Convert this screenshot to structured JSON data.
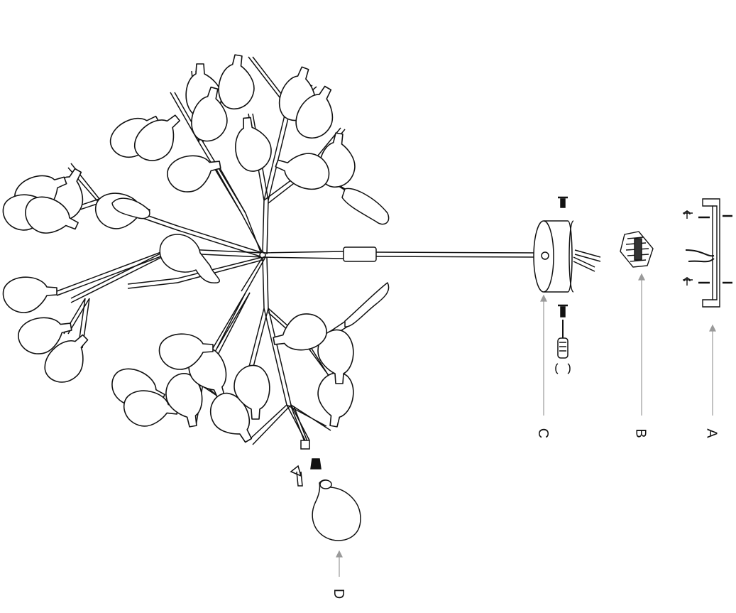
{
  "labels": {
    "a": "A",
    "b": "B",
    "c": "C",
    "d": "D"
  },
  "colors": {
    "ink": "#111111",
    "leader": "#9a9a9a"
  },
  "icons": [
    "arrow-icon"
  ]
}
